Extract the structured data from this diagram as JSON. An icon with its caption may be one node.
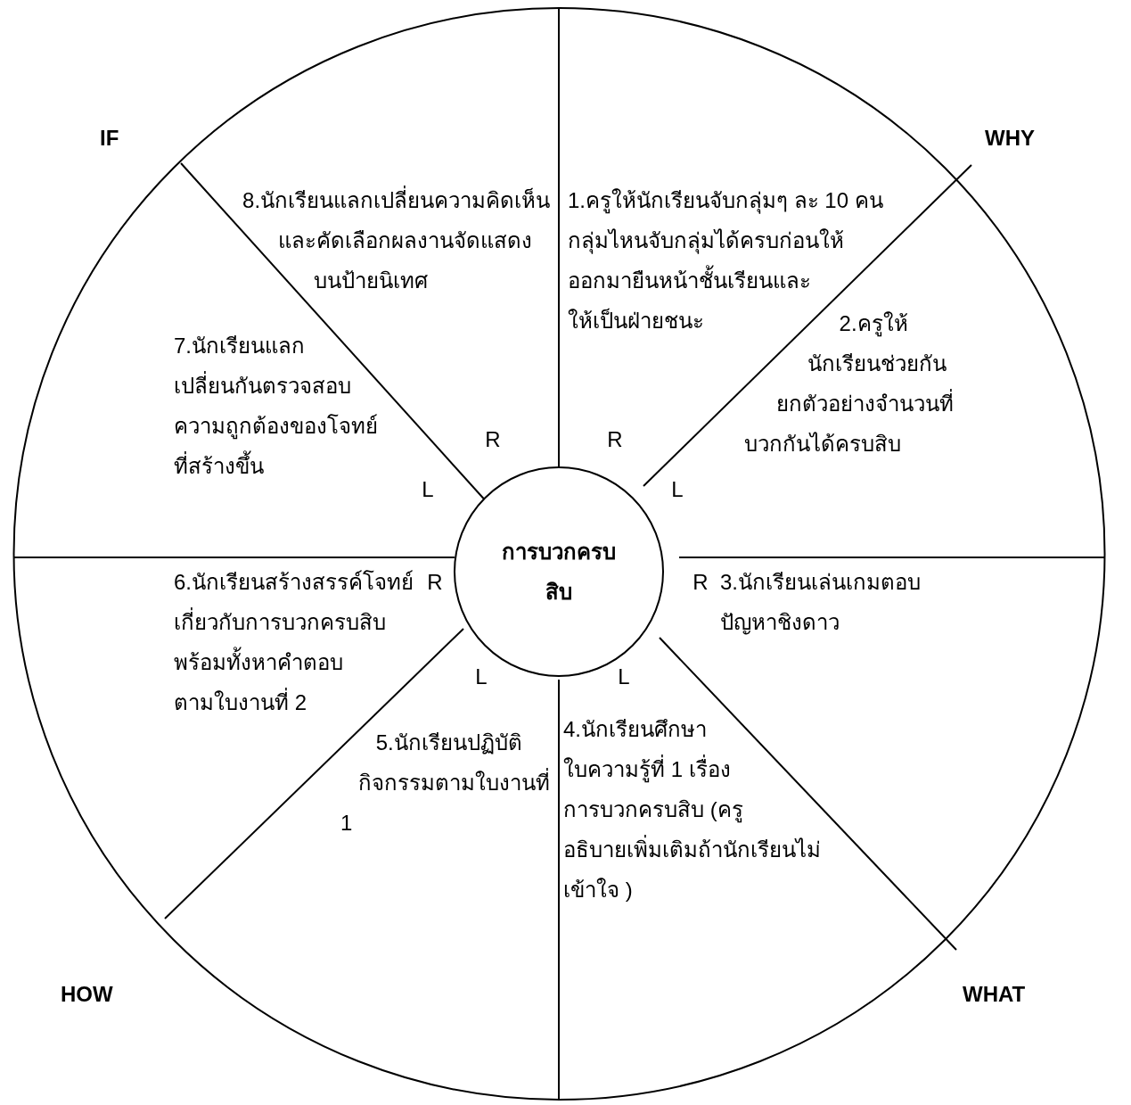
{
  "diagram": {
    "nodes": [
      {
        "text": [
          "การบวกครบสิบ"
        ]
      }
    ],
    "labels": [
      "IF",
      "WHY",
      "8.นักเรียนแลกเปลี่ยนความคิดเห็น และคัดเลือกผลงานจัดแสดงบนป้ายนิเทศ",
      "1.ครูให้นักเรียนจับกลุ่มๆ ละ 10 คน กลุ่มไหนจับกลุ่มได้ครบก่อนให้ออกมายืนหน้าชั้นเรียนและให้เป็นฝ่ายชนะ",
      "7.นักเรียนแลกเปลี่ยนกันตรวจสอบความถูกต้องของโจทย์ที่สร้างขึ้น",
      "2.ครูให้นักเรียนช่วยกันยกตัวอย่างจำนวนที่บวกกันได้ครบสิบ",
      "R",
      "R",
      "L",
      "L",
      "6.นักเรียนสร้างสรรค์โจทย์เกี่ยวกับการบวกครบสิบพร้อมทั้งหาคำตอบตามใบงานที่ 2",
      "R",
      "R",
      "3.นักเรียนเล่นเกมตอบปัญหาชิงดาว",
      "L",
      "L",
      "5.นักเรียนปฏิบัติกิจกรรมตามใบงานที่ 1",
      "4.นักเรียนศึกษาใบความรู้ที่ 1 เรื่อง การบวกครบสิบ (ครูอธิบายเพิ่มเติมถ้านักเรียนไม่เข้าใจ )",
      "HOW",
      "WHAT"
    ]
  }
}
